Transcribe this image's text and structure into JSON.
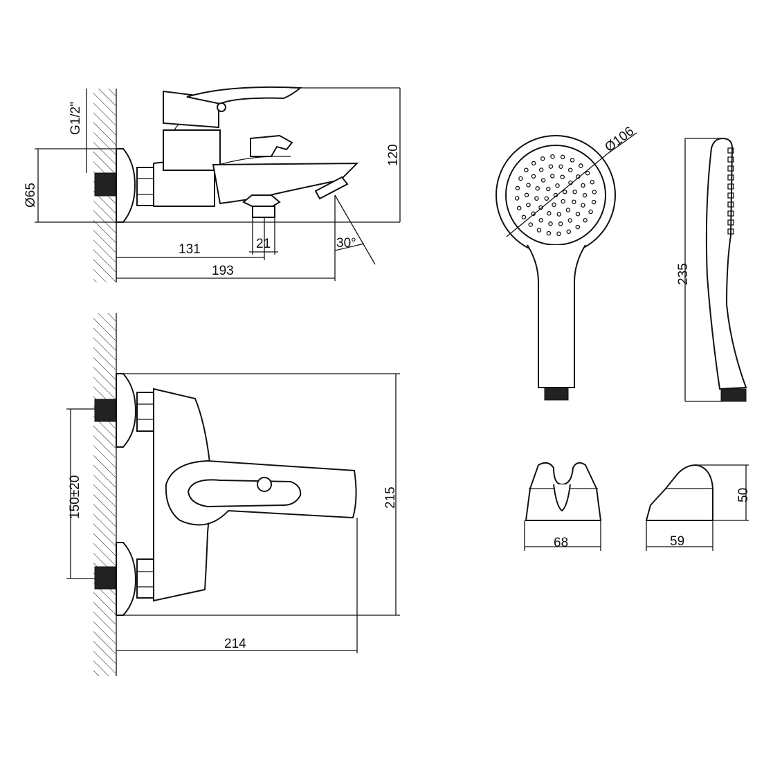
{
  "dimensions": {
    "thread": "G1/2\"",
    "flange_diameter": "Ø65",
    "height_top": "120",
    "spout_outlet": "131",
    "outlet_width": "21",
    "length_side": "193",
    "angle": "30°",
    "center_distance": "150±20",
    "height_front": "215",
    "length_front": "214",
    "head_diameter": "Ø106",
    "shower_length": "235",
    "holder_width": "68",
    "holder_depth": "59",
    "holder_height": "50"
  },
  "colors": {
    "line": "#111111",
    "background": "#ffffff"
  }
}
